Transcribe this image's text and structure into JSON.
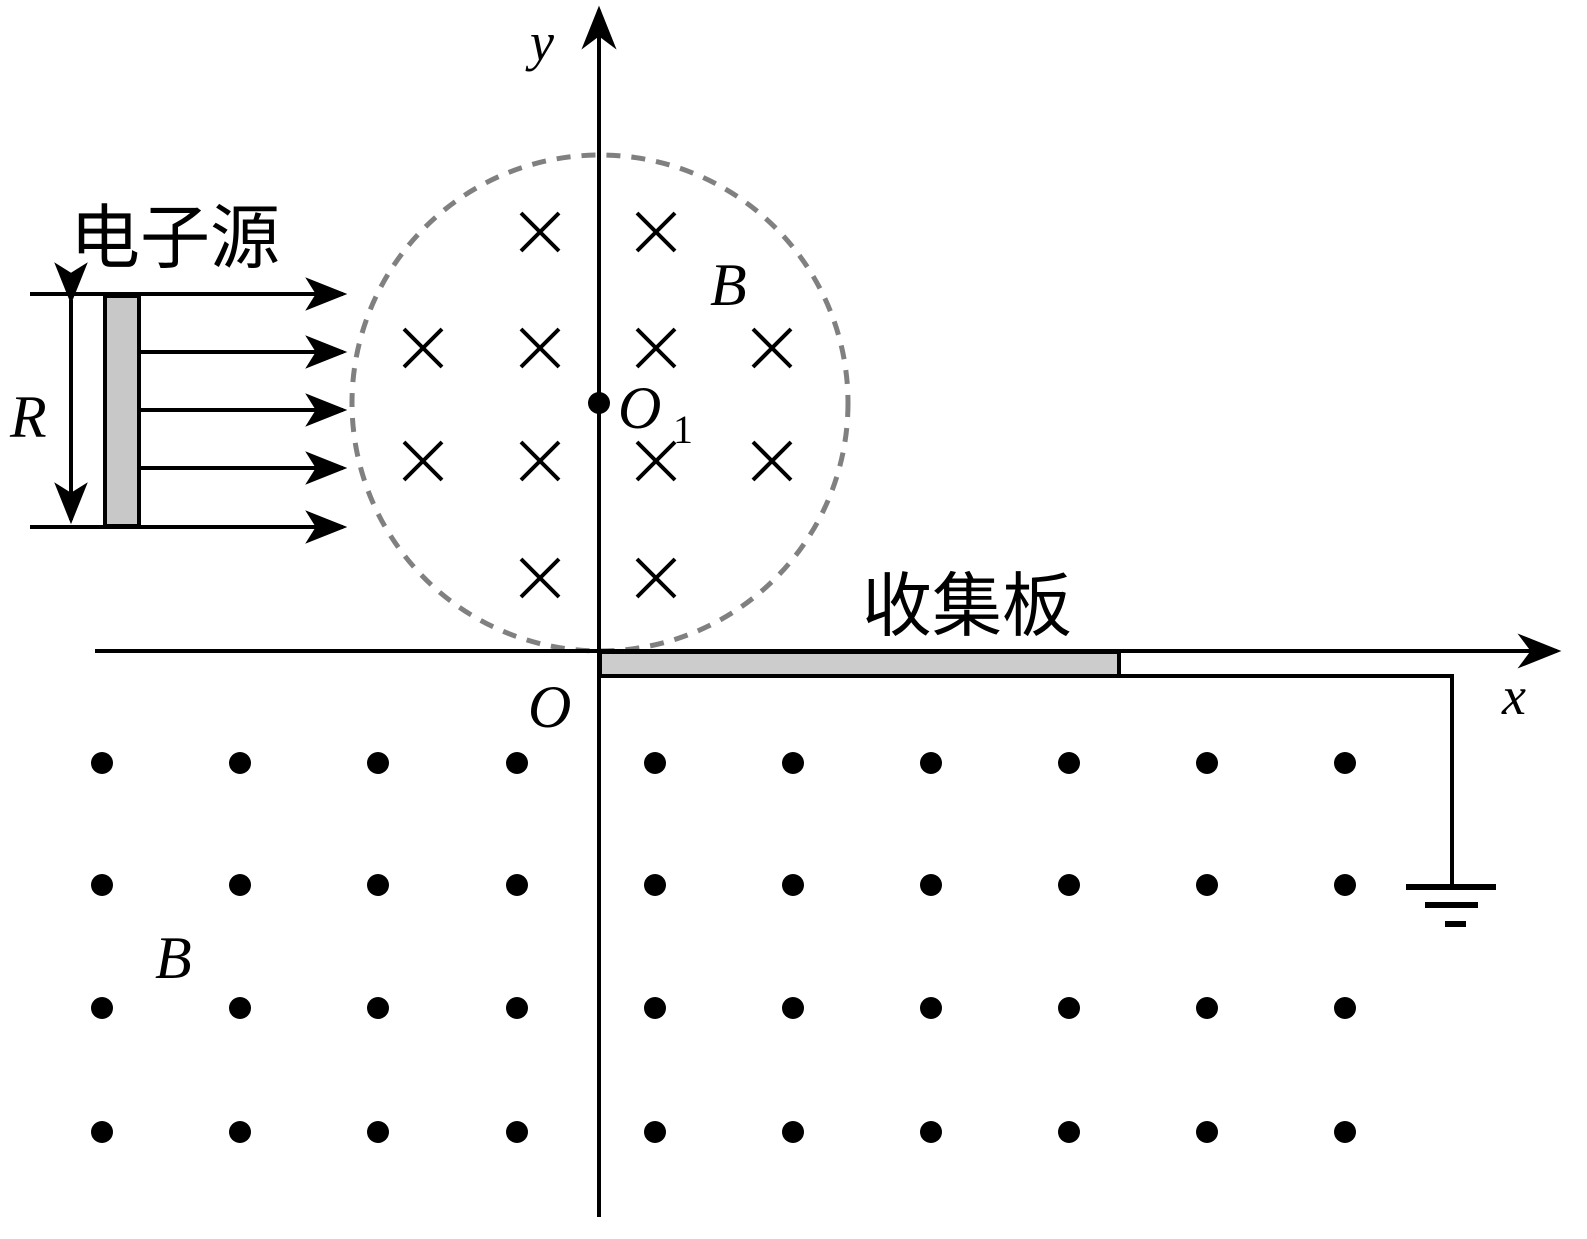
{
  "labels": {
    "y_axis": "y",
    "x_axis": "x",
    "origin": "O",
    "center": "O",
    "center_subscript": "1",
    "field_inside_circle": "B",
    "field_lower_region": "B",
    "radius_label": "R",
    "electron_source": "电子源",
    "collector_plate": "收集板"
  },
  "fields": {
    "circle_region": {
      "symbol": "×",
      "meaning": "into page",
      "count": 12
    },
    "lower_region": {
      "symbol": "•",
      "meaning": "out of page",
      "rows": 4,
      "columns": 10
    }
  },
  "source_beam": {
    "arrow_count": 5
  },
  "colors": {
    "stroke": "#000000",
    "source_fill": "#c8c8c8",
    "plate_fill": "#cccccc",
    "circle_dash": "#808080"
  }
}
